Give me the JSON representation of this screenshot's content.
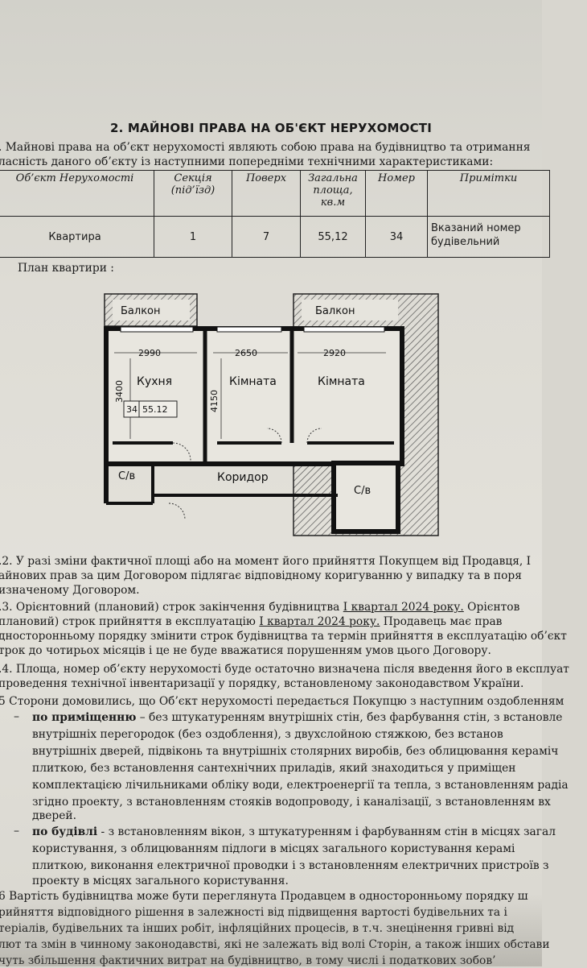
{
  "section_title": "2. МАЙНОВІ ПРАВА НА ОБ'ЄКТ НЕРУХОМОСТІ",
  "intro": {
    "line1": ". Майнові права на об’єкт нерухомості являють собою права на будівництво та отримання",
    "line2": "ласність даного об’єкту із наступними попередніми технічними  характеристиками:"
  },
  "table": {
    "headers": {
      "object": "Об’єкт Нерухомості",
      "section": "Секція (під’їзд)",
      "floor": "Поверх",
      "area": "Загальна площа, кв.м",
      "number": "Номер",
      "notes": "Примітки"
    },
    "row": {
      "object": "Квартира",
      "section": "1",
      "floor": "7",
      "area": "55,12",
      "number": "34",
      "notes": "Вказаний номер будівельний"
    }
  },
  "plan": {
    "label": "План квартири :",
    "balcony_left": "Балкон",
    "balcony_right": "Балкон",
    "dim_kitchen_w": "2990",
    "dim_room1_w": "2650",
    "dim_room2_w": "2920",
    "dim_kitchen_h": "3400",
    "dim_room1_h": "4150",
    "kitchen": "Кухня",
    "room1": "Кімната",
    "room2": "Кімната",
    "badge_number": "34",
    "badge_area": "55.12",
    "bath_left": "С/в",
    "corridor": "Коридор",
    "bath_right": "С/в"
  },
  "p22": {
    "line1": ".2. У разі зміни фактичної площі або на момент його прийняття Покупцем від Продавця, І",
    "line2": "айнових прав за цим Договором підлягає відповідному коригуванню у випадку та в поря",
    "line3": "изначеному Договором."
  },
  "p23": {
    "a": ".3. Орієнтовний (плановий) строк закінчення будівництва ",
    "a_u": "I квартал 2024 року.",
    "a_end": " Орієнтов",
    "b": "плановий) строк прийняття в експлуатацію ",
    "b_u": "I квартал 2024 року.",
    "b_end": " Продавець має прав",
    "c": "дносторонньому порядку змінити строк будівництва та термін прийняття в експлуатацію об’єкт",
    "d": "трок до чотирьох місяців і це не буде вважатися порушенням умов цього Договору."
  },
  "p24": {
    "line1": ".4. Площа, номер об’єкту нерухомості буде остаточно визначена після введення його в експлуат",
    "line2": " проведення технічної інвентаризації у порядку, встановленому законодавством України."
  },
  "p25": {
    "line1": "5 Сторони домовились, що Об’єкт нерухомості передається Покупцю з наступним оздобленням",
    "bullet_a_bold": "по приміщенню",
    "bullet_a_1": " – без штукатуренням внутрішніх стін, без фарбування стін, з встановле",
    "bullet_a_2": "внутрішніх перегородок (без оздоблення), з двухслойною стяжкою, без встанов",
    "bullet_a_3": "внутрішніх дверей, підвіконь та внутрішніх столярних виробів, без облицювання кераміч",
    "bullet_a_4": "плиткою, без встановлення сантехнічних приладів, який знаходиться у приміщен",
    "bullet_a_5": "комплектацією лічильниками обліку води, електроенергії та тепла, з встановленням радіа",
    "bullet_a_6": "згідно проекту, з встановленням стояків водопроводу, і каналізації, з встановленням вх",
    "bullet_a_7": "дверей.",
    "bullet_b_bold": "по будівлі",
    "bullet_b_1": " - з встановленням вікон, з штукатуренням і фарбуванням стін в місцях загал",
    "bullet_b_2": "користування, з облицюванням підлоги в місцях загального користування керамі",
    "bullet_b_3": "плиткою, виконання електричної проводки і з встановленням електричних пристроїв з",
    "bullet_b_4": "проекту в місцях загального користування.",
    "dash": "–"
  },
  "p26": {
    "line1": "6       Вартість будівництва може бути переглянута Продавцем в односторонньому порядку ш",
    "line2": "рийняття відповідного рішення в залежності від підвищення вартості будівельних та і",
    "line3": "теріалів, будівельних та інших робіт, інфляційних процесів, в т.ч. знецінення гривні від",
    "line4": "лют та змін в чинному законодавстві, які не залежать від волі Сторін, а також інших обстави",
    "line5": "чуть збільшення фактичних витрат на будівництво, в тому числі і податкових зобов’"
  }
}
